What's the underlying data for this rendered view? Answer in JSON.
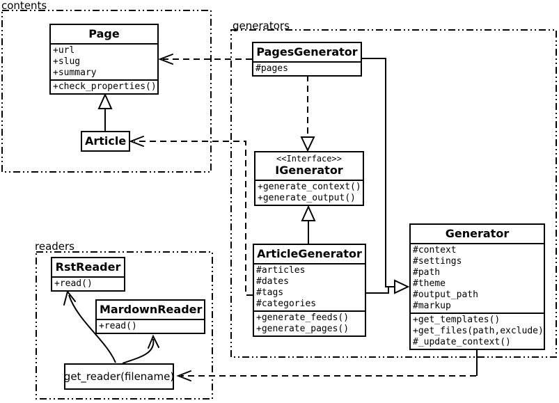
{
  "diagram": {
    "colors": {
      "line": "#000000",
      "background": "#ffffff"
    },
    "packages": [
      {
        "id": "contents",
        "label": "contents"
      },
      {
        "id": "generators",
        "label": "generators"
      },
      {
        "id": "readers",
        "label": "readers"
      }
    ],
    "classes": {
      "page": {
        "title": "Page",
        "attributes": [
          "+url",
          "+slug",
          "+summary"
        ],
        "methods": [
          "+check_properties()"
        ]
      },
      "article": {
        "title": "Article"
      },
      "pages_generator": {
        "title": "PagesGenerator",
        "attributes": [
          "#pages"
        ]
      },
      "igenerator": {
        "stereotype": "<<Interface>>",
        "title": "IGenerator",
        "methods": [
          "+generate_context()",
          "+generate_output()"
        ]
      },
      "article_generator": {
        "title": "ArticleGenerator",
        "attributes": [
          "#articles",
          "#dates",
          "#tags",
          "#categories"
        ],
        "methods": [
          "+generate_feeds()",
          "+generate_pages()"
        ]
      },
      "generator": {
        "title": "Generator",
        "attributes": [
          "#context",
          "#settings",
          "#path",
          "#theme",
          "#output_path",
          "#markup"
        ],
        "methods": [
          "+get_templates()",
          "+get_files(path,exclude)",
          "#_update_context()"
        ]
      },
      "rst_reader": {
        "title": "RstReader",
        "methods": [
          "+read()"
        ]
      },
      "mardown_reader": {
        "title": "MardownReader",
        "methods": [
          "+read()"
        ]
      },
      "get_reader": {
        "label": "get_reader(filename)"
      }
    },
    "relationships": [
      {
        "from": "Article",
        "to": "Page",
        "type": "inheritance"
      },
      {
        "from": "PagesGenerator",
        "to": "Page",
        "type": "dashed-dependency"
      },
      {
        "from": "ArticleGenerator",
        "to": "Article",
        "type": "dashed-dependency"
      },
      {
        "from": "PagesGenerator",
        "to": "IGenerator",
        "type": "dashed-realization"
      },
      {
        "from": "ArticleGenerator",
        "to": "IGenerator",
        "type": "realization"
      },
      {
        "from": "PagesGenerator",
        "to": "Generator",
        "type": "inheritance"
      },
      {
        "from": "ArticleGenerator",
        "to": "Generator",
        "type": "inheritance"
      },
      {
        "from": "Generator",
        "to": "get_reader(filename)",
        "type": "dashed-dependency"
      },
      {
        "from": "get_reader(filename)",
        "to": "RstReader",
        "type": "arrow"
      },
      {
        "from": "get_reader(filename)",
        "to": "MardownReader",
        "type": "arrow"
      }
    ]
  }
}
